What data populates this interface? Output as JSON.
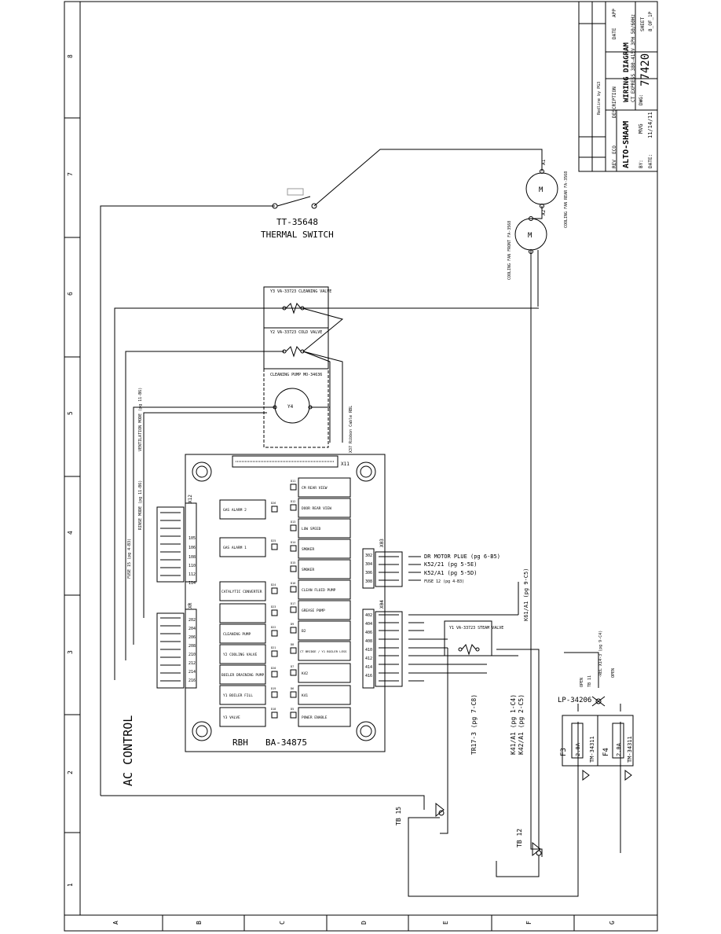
{
  "title_block": {
    "company": "ALTO-SHAAM",
    "description_heading": "DESCRIPTION",
    "drawing_title": "WIRING DIAGRAM",
    "drawing_subtitle": "CT EXPRESS 380-415V 3PH 50/60Hz",
    "by_label": "BY:",
    "by_value": "MVG",
    "date_label": "DATE:",
    "date_value": "11/14/11",
    "dwg_label": "DWG:",
    "dwg_number": "77420",
    "sheet_label": "SHEET",
    "sheet_value": "8_OF_1P",
    "rev_label": "REV",
    "eco_label": "ECO",
    "date_col_label": "DATE",
    "app_label": "APP",
    "note": "Redline by PG3"
  },
  "grid": {
    "columns": [
      "1",
      "2",
      "3",
      "4",
      "5",
      "6",
      "7",
      "8"
    ],
    "rows": [
      "G",
      "F",
      "E",
      "D",
      "C",
      "B",
      "A"
    ]
  },
  "labels": {
    "ac_control": "AC CONTROL",
    "board_name": "RBH",
    "board_part": "BA-34875",
    "x11": "X11",
    "x12": "X12",
    "x03": "X03",
    "x04": "X04",
    "xr": "XR",
    "thermal_part": "TT-35648",
    "thermal_name": "THERMAL SWITCH",
    "fan_rear": "COOLING FAN REAR FA-3568",
    "fan_front": "COOLING FAN FRONT FA-3568",
    "fan_a1": "A1",
    "fan_a2": "A2",
    "y3_title": "Y3 VA-33723 CLEANING VALVE",
    "y2_title": "Y2 VA-33723 COLD VALVE",
    "pump_title": "CLEANING PUMP MO-34636",
    "pump_label": "Y4",
    "ribbon_note": "X37 Ribbon Cable RBL",
    "steam_valve": "Y1 VA-33723 STEAM VALVE",
    "lp": "LP-34206",
    "open": "OPEN",
    "tb11": "TB 11",
    "rel": "-REL X14-3 (pg 9-C4)",
    "f3": "F3",
    "f4": "F4",
    "fuse_rating": "2.0A",
    "fuse_part": "TM-34311",
    "tb15": "TB 15",
    "tb12": "TB 12",
    "tr17": "TR17-3 (pg 7-C8)",
    "k41": "K41/A1 (pg 1-C4)",
    "k42": "K42/A1 (pg 2-C5)",
    "k61": "K61/A1 (pg 9-C5)",
    "k52": "K52/A1 (pg 5-5D)",
    "k52b": "K52/21 (pg 5-5E)",
    "motor": "DR MOTOR PLUE (pg 6-B5)",
    "fuse12": "FUSE 12 (pg 4-B3)",
    "fuse15": "FUSE 15 (pg 4-B3)",
    "ventilation": "VENTILATION MODE (pg 11-B6)",
    "rinse": "RINSE MODE (pg 11-B6)"
  },
  "board_left": [
    {
      "label": "GAS ALARM 2",
      "led": "D26"
    },
    {
      "label": "GAS ALARM 1",
      "led": "D25"
    },
    {
      "label": "CATALYTIC CONVERTER",
      "led": "D24"
    },
    {
      "label": "",
      "led": "D23"
    },
    {
      "label": "CLEANING PUMP",
      "led": "D22"
    },
    {
      "label": "Y2 COOLING VALVE",
      "led": "D21"
    },
    {
      "label": "BOILER DRAINING PUMP",
      "led": "D20"
    },
    {
      "label": "Y1 BOILER FILL",
      "led": "D19"
    },
    {
      "label": "Y3 VALVE",
      "led": "D18"
    }
  ],
  "board_right": [
    {
      "label": "CM REAR VIEW",
      "led": "D11"
    },
    {
      "label": "DOOR REAR VIEW",
      "led": "D12"
    },
    {
      "label": "LOW SPEED",
      "led": "D13"
    },
    {
      "label": "SMOKER",
      "led": "D14"
    },
    {
      "label": "SMOKER",
      "led": "D15"
    },
    {
      "label": "CLEAN FLUID PUMP",
      "led": "D16"
    },
    {
      "label": "GREASE PUMP",
      "led": "D17"
    },
    {
      "label": "B2",
      "led": "D9"
    },
    {
      "label": "CT BRIDGE / Y1 BOILER LESS",
      "led": "D8"
    },
    {
      "label": "K42",
      "led": "D7"
    },
    {
      "label": "K41",
      "led": "D6"
    },
    {
      "label": "POWER ENABLE",
      "led": "D5"
    }
  ],
  "x12_pins": [
    "105",
    "106",
    "108",
    "110",
    "112",
    "114"
  ],
  "x2_pins": [
    "202",
    "204",
    "206",
    "208",
    "210",
    "212",
    "214",
    "216"
  ],
  "x03_pins": [
    "302",
    "304",
    "306",
    "308"
  ],
  "x04_pins": [
    "402",
    "404",
    "406",
    "408",
    "410",
    "412",
    "414",
    "416"
  ]
}
